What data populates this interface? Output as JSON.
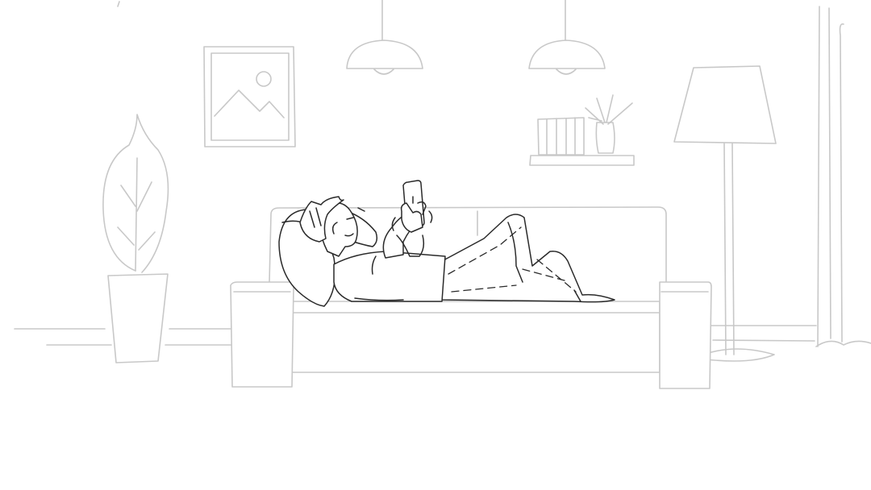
{
  "scene": {
    "background_color": "#ffffff",
    "line_color_background": "#c8c8c8",
    "line_color_figure": "#2a2a2a",
    "style": "line-art sketch",
    "elements": {
      "figure": "person-lying-on-sofa-with-phone",
      "furniture": [
        "sofa",
        "floor-lamp",
        "pendant-lamps",
        "wall-shelf",
        "potted-plant"
      ],
      "decor": [
        "framed-picture",
        "books",
        "small-plant-vase",
        "window-frame"
      ]
    }
  }
}
